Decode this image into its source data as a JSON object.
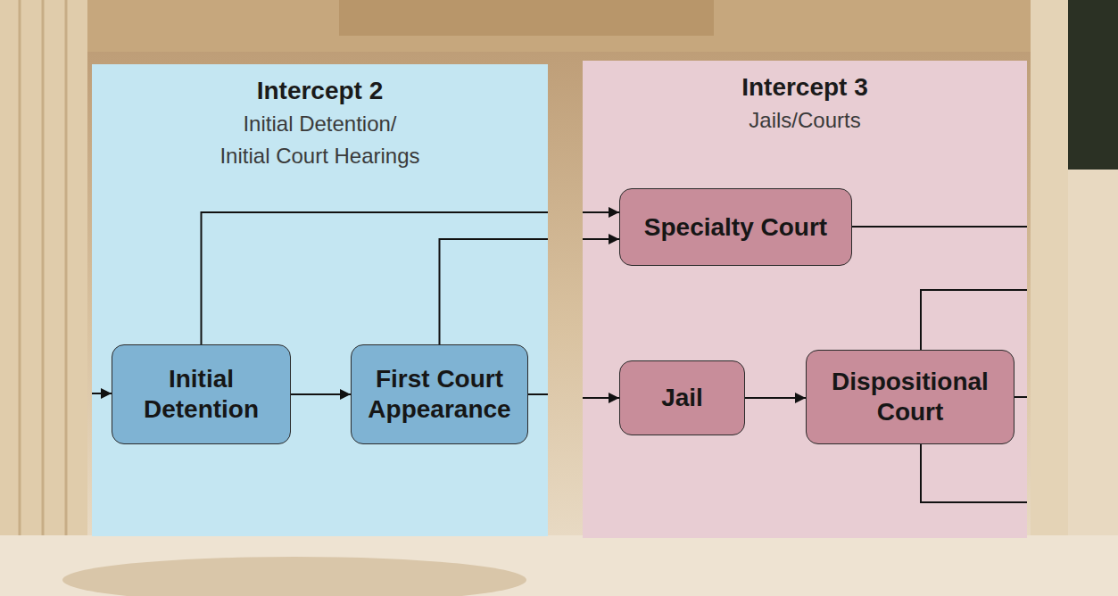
{
  "diagram": {
    "nodes": [
      {
        "text": [
          "Intercept 2",
          "Initial Detention/ Initial Court Hearings"
        ]
      },
      {
        "text": [
          "Initial Detention"
        ],
        "in": 0
      },
      {
        "text": [
          "First Court Appearance"
        ],
        "in": 0
      },
      {
        "text": [
          "Intercept 3",
          "Jails/Courts"
        ]
      },
      {
        "text": [
          "Specialty Court"
        ],
        "in": 3
      },
      {
        "text": [
          "Jail"
        ],
        "in": 3
      },
      {
        "text": [
          "Dispositional Court"
        ],
        "in": 3
      }
    ],
    "edges": [
      {
        "from": 1,
        "to": 2,
        "arrow": "to"
      },
      {
        "from": 1,
        "to": 4,
        "arrow": "to"
      },
      {
        "from": 2,
        "to": 4,
        "arrow": "to"
      },
      {
        "from": 2,
        "to": 5,
        "arrow": "to"
      },
      {
        "from": 5,
        "to": 6,
        "arrow": "to"
      }
    ]
  }
}
